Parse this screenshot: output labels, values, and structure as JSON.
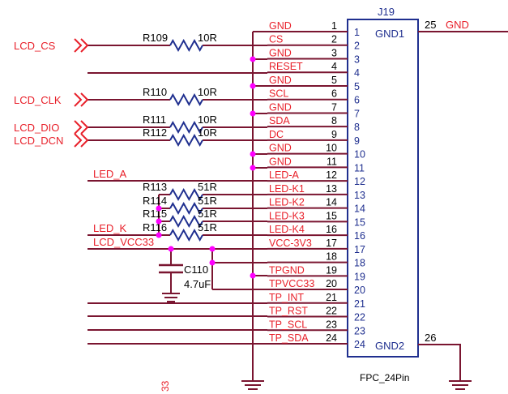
{
  "connector": {
    "ref": "J19",
    "part": "FPC_24Pin",
    "left_pin_numbers": [
      "1",
      "2",
      "3",
      "4",
      "5",
      "6",
      "7",
      "8",
      "9",
      "10",
      "11",
      "12",
      "13",
      "14",
      "15",
      "16",
      "17",
      "18",
      "19",
      "20",
      "21",
      "22",
      "23",
      "24"
    ],
    "pad_gnd1_label": "GND1",
    "pad_gnd2_label": "GND2",
    "pad_gnd1_num": "25",
    "pad_gnd2_num": "26",
    "pad_gnd1_net": "GND",
    "pins": [
      {
        "net": "GND",
        "num": "1"
      },
      {
        "net": "CS",
        "num": "2"
      },
      {
        "net": "GND",
        "num": "3"
      },
      {
        "net": "RESET",
        "num": "4"
      },
      {
        "net": "GND",
        "num": "5"
      },
      {
        "net": "SCL",
        "num": "6"
      },
      {
        "net": "GND",
        "num": "7"
      },
      {
        "net": "SDA",
        "num": "8"
      },
      {
        "net": "DC",
        "num": "9"
      },
      {
        "net": "GND",
        "num": "10"
      },
      {
        "net": "GND",
        "num": "11"
      },
      {
        "net": "LED-A",
        "num": "12"
      },
      {
        "net": "LED-K1",
        "num": "13"
      },
      {
        "net": "LED-K2",
        "num": "14"
      },
      {
        "net": "LED-K3",
        "num": "15"
      },
      {
        "net": "LED-K4",
        "num": "16"
      },
      {
        "net": "VCC-3V3",
        "num": "17"
      },
      {
        "net": "",
        "num": "18"
      },
      {
        "net": "TPGND",
        "num": "19"
      },
      {
        "net": "TPVCC33",
        "num": "20"
      },
      {
        "net": "TP_INT",
        "num": "21"
      },
      {
        "net": "TP_RST",
        "num": "22"
      },
      {
        "net": "TP_SCL",
        "num": "23"
      },
      {
        "net": "TP_SDA",
        "num": "24"
      }
    ]
  },
  "ports": {
    "lcd_cs": "LCD_CS",
    "lcd_clk": "LCD_CLK",
    "lcd_dio": "LCD_DIO",
    "lcd_dcn": "LCD_DCN",
    "led_a": "LED_A",
    "led_k": "LED_K",
    "lcd_vcc33": "LCD_VCC33"
  },
  "resistors": [
    {
      "ref": "R109",
      "value": "10R"
    },
    {
      "ref": "R110",
      "value": "10R"
    },
    {
      "ref": "R111",
      "value": "10R"
    },
    {
      "ref": "R112",
      "value": "10R"
    },
    {
      "ref": "R113",
      "value": "51R"
    },
    {
      "ref": "R114",
      "value": "51R"
    },
    {
      "ref": "R115",
      "value": "51R"
    },
    {
      "ref": "R116",
      "value": "51R"
    }
  ],
  "capacitor": {
    "ref": "C110",
    "value": "4.7uF"
  },
  "page_marker": "33",
  "colors": {
    "wire": "#7a1530",
    "net_text": "#e8202a",
    "part_text": "#1f2f8f",
    "junction": "#ff00ff",
    "ground": "#7a1530"
  }
}
